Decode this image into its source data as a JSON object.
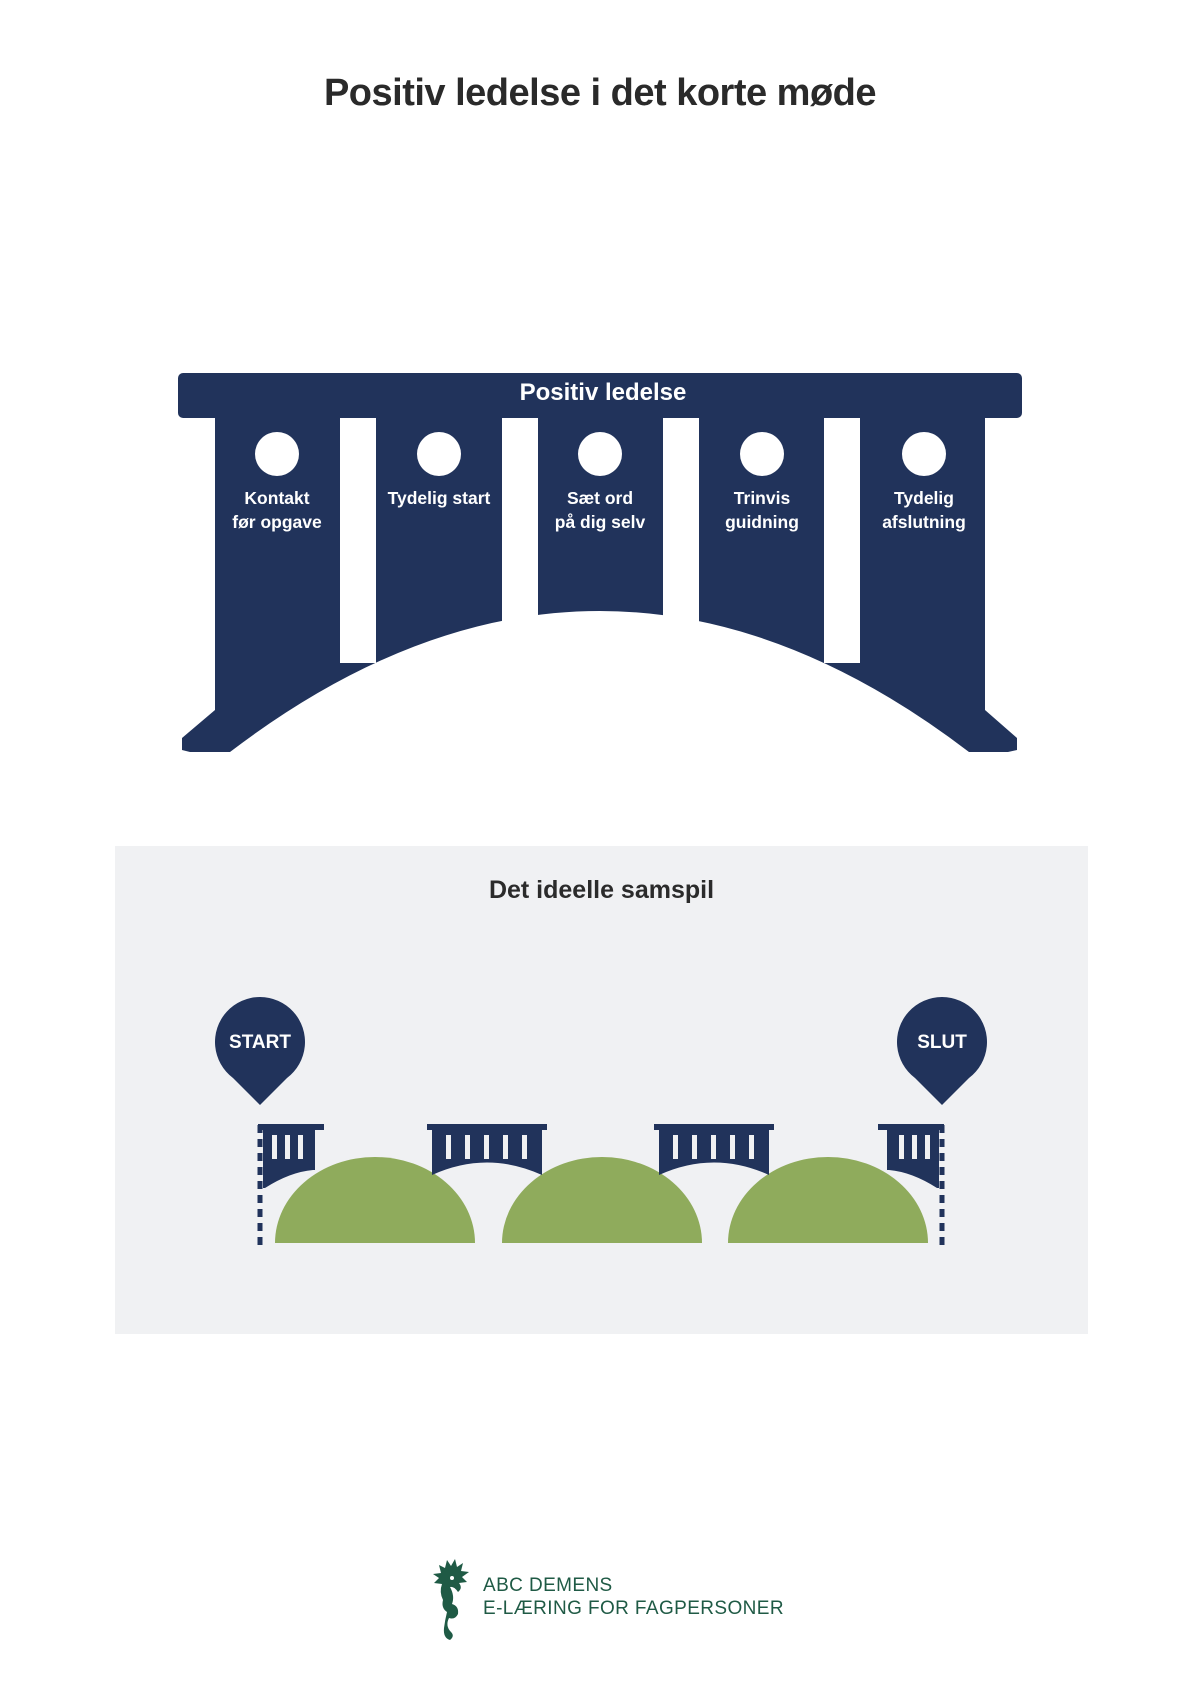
{
  "page_title": "Positiv ledelse i det korte møde",
  "bridge": {
    "deck_label": "Positiv ledelse",
    "pillars": [
      {
        "label": "Kontakt\nfør opgave"
      },
      {
        "label": "Tydelig start"
      },
      {
        "label": "Sæt ord\npå dig selv"
      },
      {
        "label": "Trinvis\nguidning"
      },
      {
        "label": "Tydelig\nafslutning"
      }
    ]
  },
  "samspil": {
    "title": "Det ideelle samspil",
    "start_label": "START",
    "end_label": "SLUT"
  },
  "footer": {
    "line1": "ABC DEMENS",
    "line2": "E-LÆRING FOR FAGPERSONER"
  },
  "colors": {
    "navy": "#21335b",
    "green": "#8fab5c",
    "panel_bg": "#f0f1f3",
    "footer_green": "#1f5a45"
  }
}
